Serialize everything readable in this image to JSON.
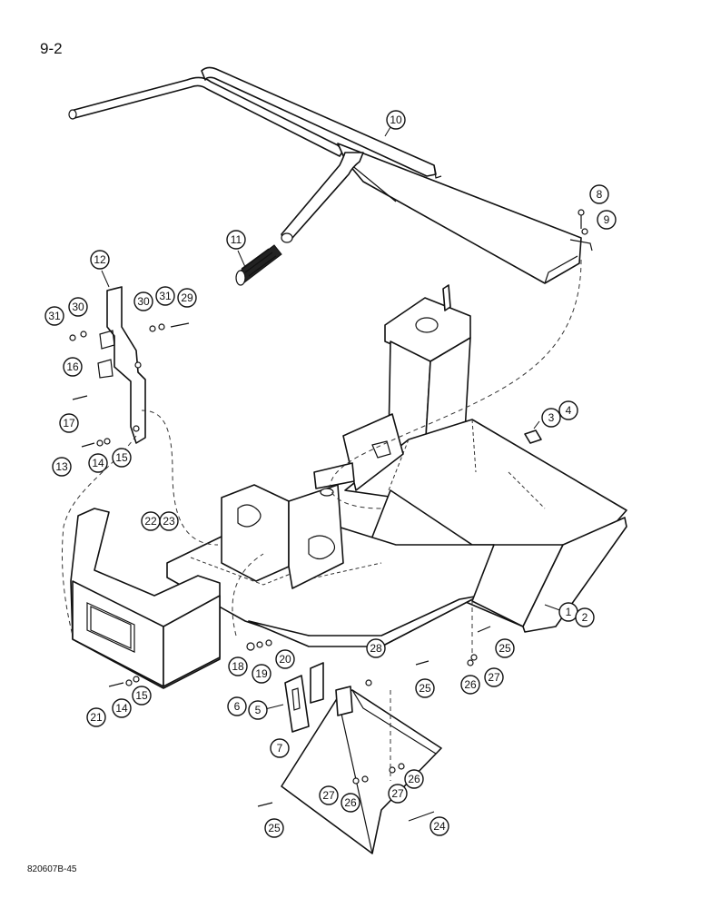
{
  "page_number": "9-2",
  "figure_id": "820607B-45",
  "callouts": {
    "c1": "1",
    "c2": "2",
    "c3": "3",
    "c4": "4",
    "c5": "5",
    "c6": "6",
    "c7": "7",
    "c8": "8",
    "c9": "9",
    "c10": "10",
    "c11": "11",
    "c12": "12",
    "c13": "13",
    "c14a": "14",
    "c14b": "14",
    "c15a": "15",
    "c15b": "15",
    "c16": "16",
    "c17": "17",
    "c18": "18",
    "c19": "19",
    "c20": "20",
    "c21": "21",
    "c22": "22",
    "c23": "23",
    "c24": "24",
    "c25a": "25",
    "c25b": "25",
    "c25c": "25",
    "c26a": "26",
    "c26b": "26",
    "c26c": "26",
    "c27a": "27",
    "c27b": "27",
    "c27c": "27",
    "c28": "28",
    "c29": "29",
    "c30a": "30",
    "c30b": "30",
    "c31a": "31",
    "c31b": "31"
  }
}
